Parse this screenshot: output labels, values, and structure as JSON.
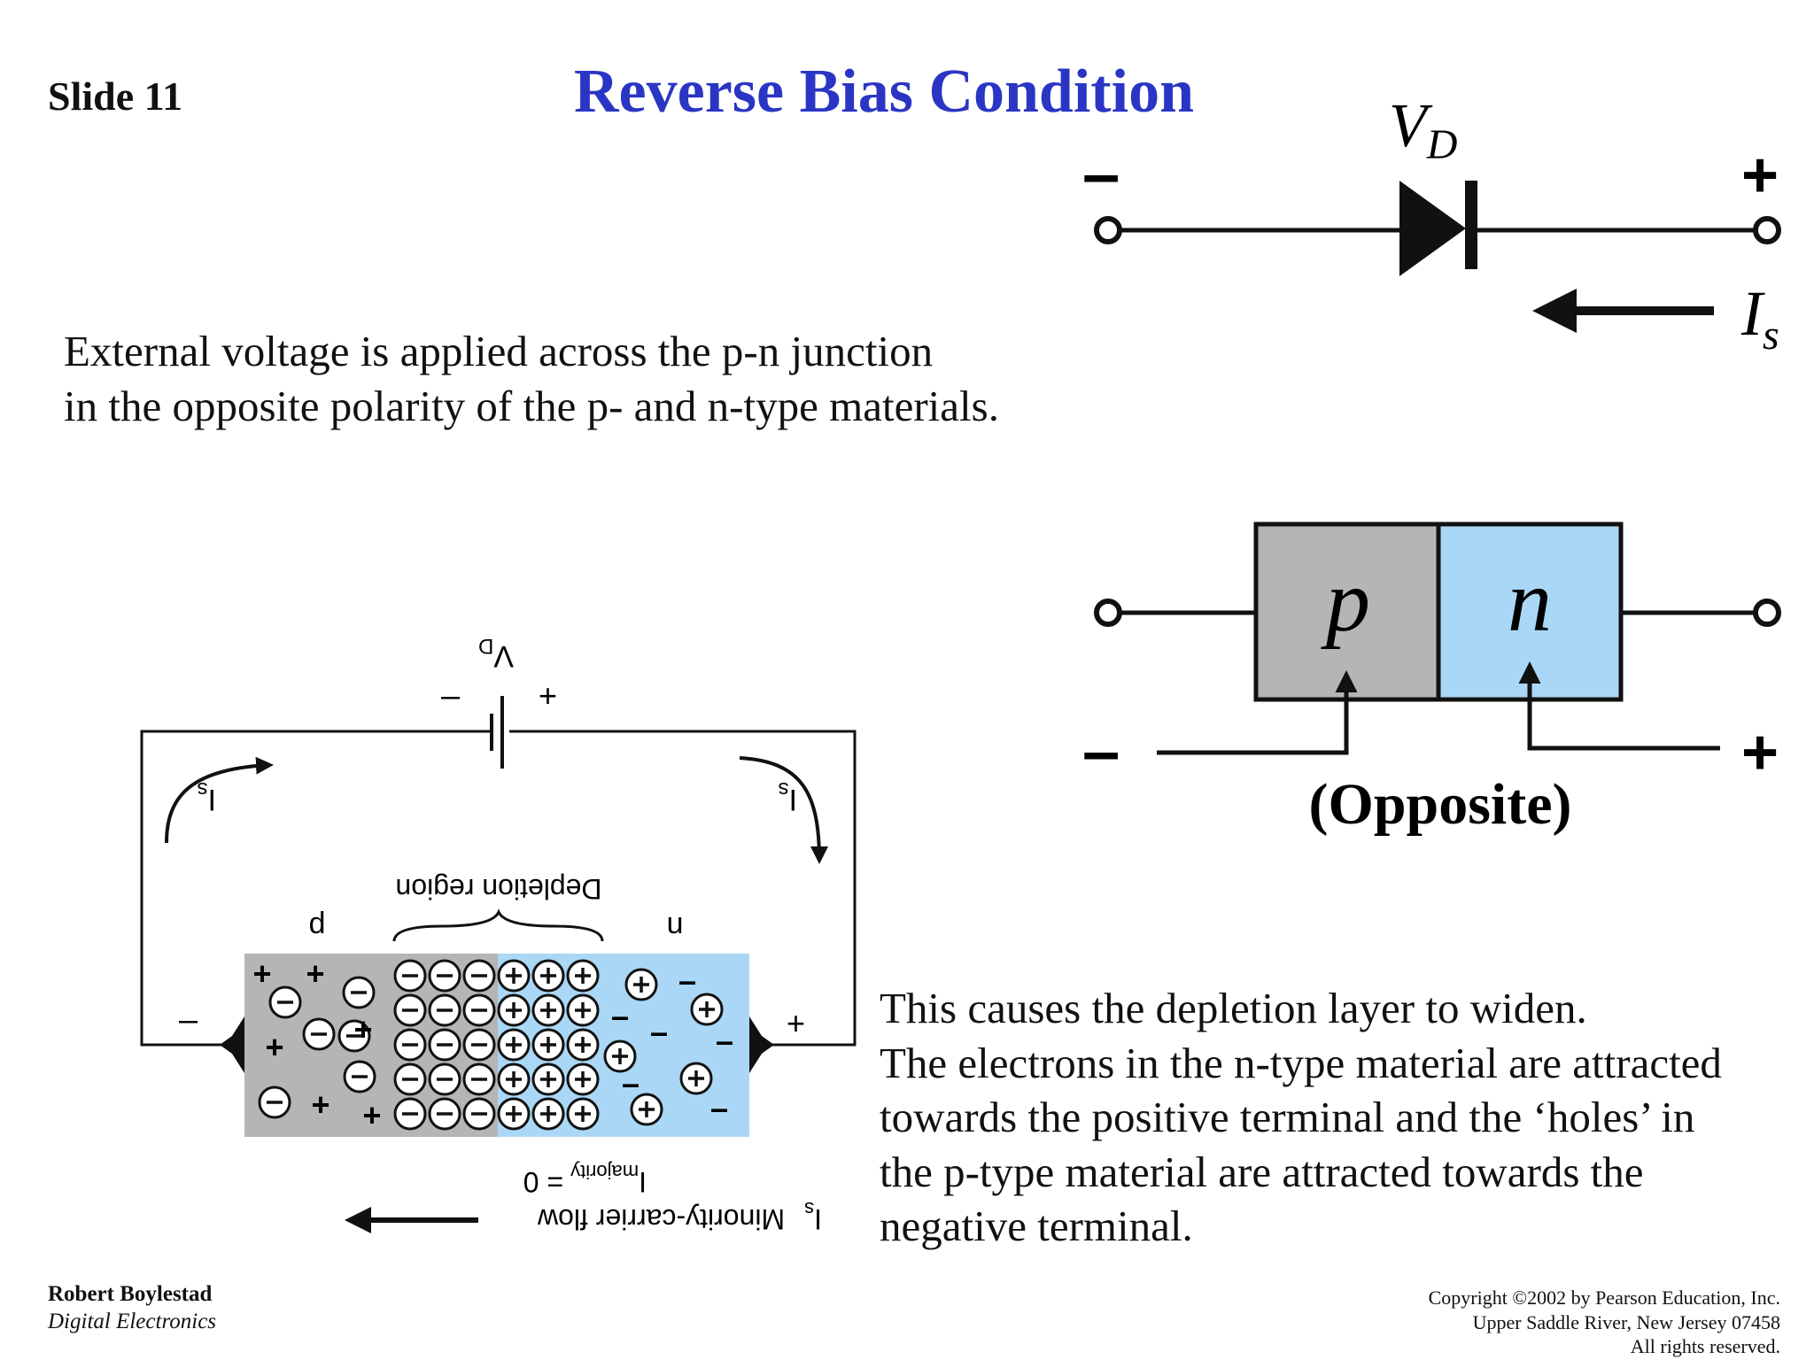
{
  "slide": {
    "number_label": "Slide 11",
    "title": "Reverse Bias Condition",
    "intro_lines": [
      "External voltage is applied across the p-n junction",
      "in the opposite polarity of the p- and n-type materials."
    ],
    "explain_lines": [
      "This causes the depletion layer to widen.",
      "The electrons in the n-type material are attracted",
      "towards the positive terminal and the ‘holes’ in",
      "the p-type material are attracted towards the",
      "negative terminal."
    ]
  },
  "diode_symbol": {
    "voltage_label": "V",
    "voltage_sub": "D",
    "minus": "–",
    "plus": "+",
    "current_label": "I",
    "current_sub": "s"
  },
  "pn_block": {
    "p_label": "p",
    "n_label": "n",
    "minus": "–",
    "plus": "+",
    "caption": "(Opposite)"
  },
  "circuit": {
    "source_label": "V",
    "source_sub": "D",
    "minus": "–",
    "plus": "+",
    "current_left": "I",
    "current_left_sub": "s",
    "current_right": "I",
    "current_right_sub": "s",
    "region_label": "Depletion region",
    "p_label": "p",
    "n_label": "n",
    "majority_label": "I",
    "majority_sub": "majority",
    "majority_value": "= 0",
    "minority_label": "I",
    "minority_sub": "s",
    "minority_text": "Minority-carrier flow"
  },
  "footer": {
    "author": "Robert Boylestad",
    "book": "Digital Electronics",
    "copyright_lines": [
      "Copyright ©2002 by Pearson Education, Inc.",
      "Upper Saddle River, New Jersey 07458",
      "All rights reserved."
    ]
  },
  "colors": {
    "title": "#2b35c4",
    "p_material": "#b5b5b5",
    "n_material": "#aad7f5"
  }
}
